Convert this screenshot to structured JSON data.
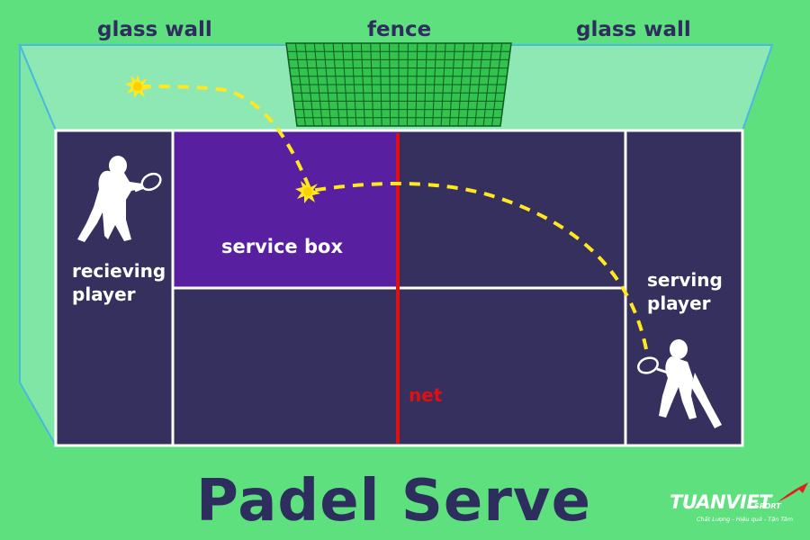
{
  "labels": {
    "glass_wall_left": "glass wall",
    "fence": "fence",
    "glass_wall_right": "glass wall",
    "receiving_player": [
      "recieving",
      "player"
    ],
    "service_box": "service box",
    "serving_player": [
      "serving",
      "player"
    ],
    "net": "net"
  },
  "title": "Padel Serve",
  "brand": {
    "name": "TUANVIET",
    "suffix": "SPORT",
    "tagline": "Chất Lượng - Hiệu quả - Tận Tâm"
  },
  "colors": {
    "background": "#5ee07e",
    "court": "#35305e",
    "service_box": "#581fa0",
    "court_lines": "#ffffff",
    "net": "#e01010",
    "glass_wall": "#8de8b4",
    "fence": "#32c24e",
    "ball": "#ffe820",
    "text_dark": "#2e2e5e",
    "brand_red": "#e02020"
  }
}
